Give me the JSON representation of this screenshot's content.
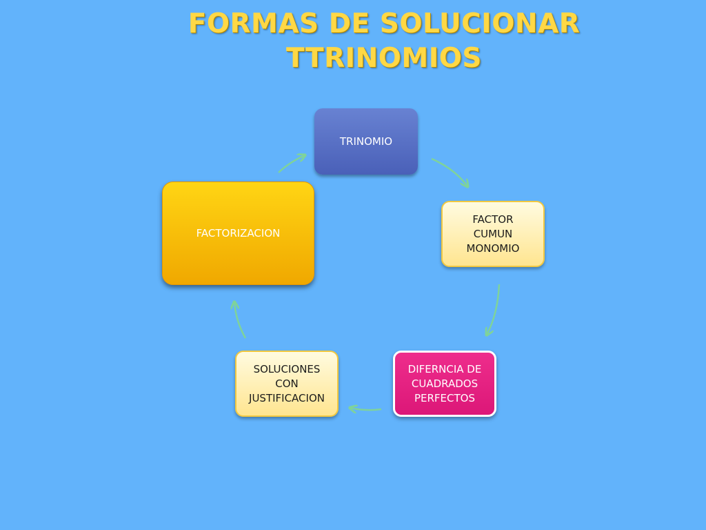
{
  "title": {
    "line1": "FORMAS DE SOLUCIONAR",
    "line2": "TTRINOMIOS"
  },
  "cycle": {
    "nodes": [
      {
        "id": "trinomio",
        "label": "TRINOMIO"
      },
      {
        "id": "factor",
        "label": "FACTOR\nCUMUN\nMONOMIO"
      },
      {
        "id": "diferencia",
        "label": "DIFERNCIA DE\nCUADRADOS\nPERFECTOS"
      },
      {
        "id": "soluciones",
        "label": "SOLUCIONES\nCON\nJUSTIFICACION"
      },
      {
        "id": "factorizacion",
        "label": "FACTORIZACION"
      }
    ],
    "arrow_color": "#7fd39a",
    "background_color": "#62b3fb"
  }
}
